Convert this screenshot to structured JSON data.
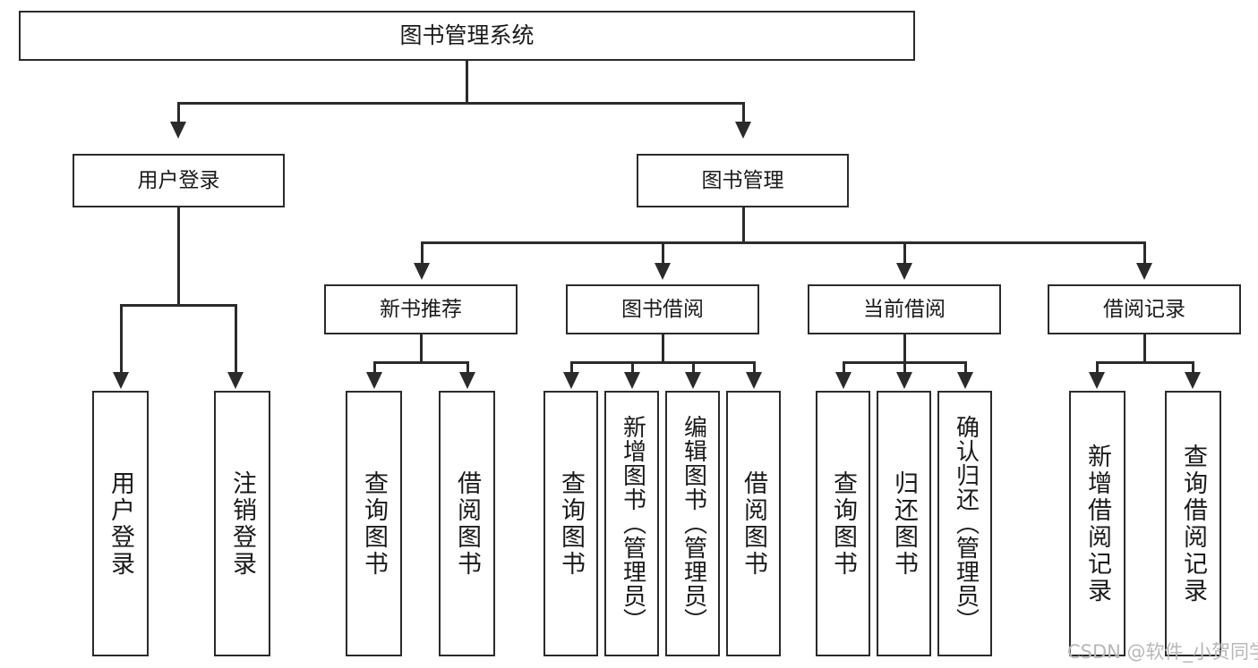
{
  "diagram": {
    "title": "图书管理系统",
    "watermark": "CSDN @软件_小贺同学",
    "line_color": "#2b2b2b",
    "box_fill": "#ffffff",
    "text_color": "#1a1a1a",
    "watermark_color": "#b8b8b8",
    "root": {
      "label": "图书管理系统"
    },
    "level1": [
      {
        "label": "用户登录"
      },
      {
        "label": "图书管理"
      }
    ],
    "level2": [
      {
        "label": "新书推荐"
      },
      {
        "label": "图书借阅"
      },
      {
        "label": "当前借阅"
      },
      {
        "label": "借阅记录"
      }
    ],
    "leaves": [
      {
        "label": "用户登录"
      },
      {
        "label": "注销登录"
      },
      {
        "label": "查询图书"
      },
      {
        "label": "借阅图书"
      },
      {
        "label": "查询图书"
      },
      {
        "label": "新增图书（管理员）"
      },
      {
        "label": "编辑图书（管理员）"
      },
      {
        "label": "借阅图书"
      },
      {
        "label": "查询图书"
      },
      {
        "label": "归还图书"
      },
      {
        "label": "确认归还（管理员）"
      },
      {
        "label": "新增借阅记录"
      },
      {
        "label": "查询借阅记录"
      }
    ]
  }
}
